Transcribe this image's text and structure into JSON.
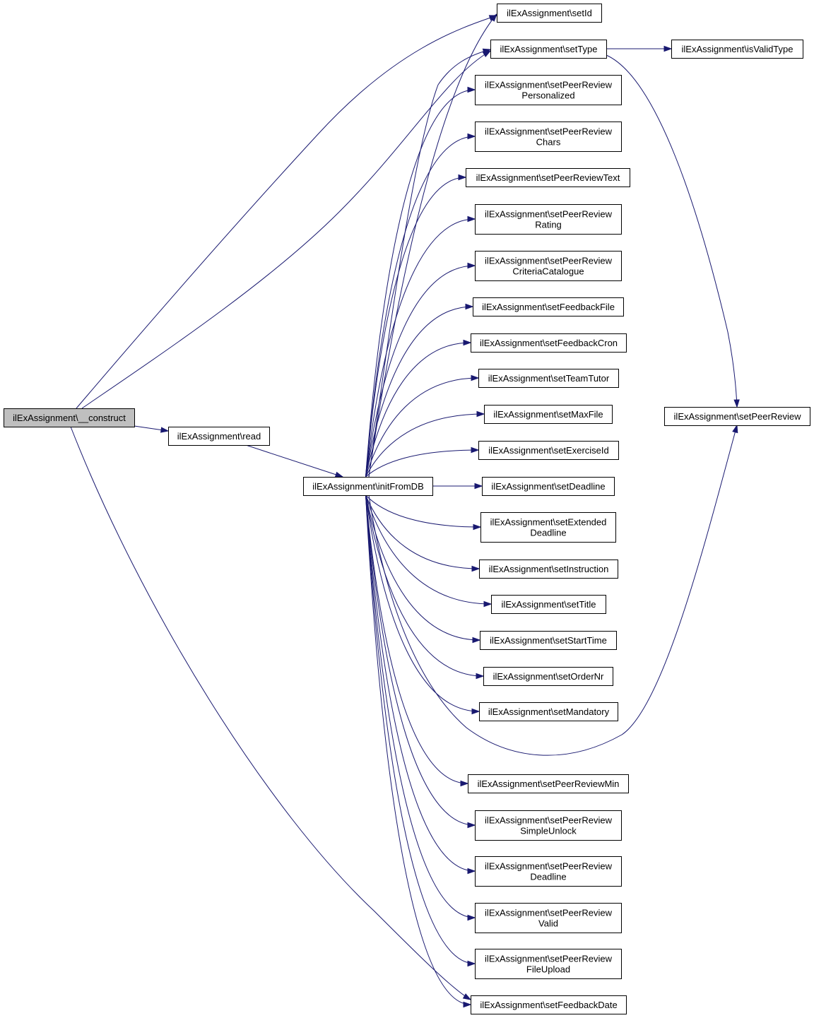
{
  "graph": {
    "root": "ilExAssignment\\__construct",
    "nodes": [
      {
        "id": "construct",
        "lines": [
          "ilExAssignment\\__construct"
        ],
        "root": true
      },
      {
        "id": "read",
        "lines": [
          "ilExAssignment\\read"
        ]
      },
      {
        "id": "initFromDB",
        "lines": [
          "ilExAssignment\\initFromDB"
        ]
      },
      {
        "id": "setId",
        "lines": [
          "ilExAssignment\\setId"
        ]
      },
      {
        "id": "setType",
        "lines": [
          "ilExAssignment\\setType"
        ]
      },
      {
        "id": "isValidType",
        "lines": [
          "ilExAssignment\\isValidType"
        ]
      },
      {
        "id": "setPeerReview",
        "lines": [
          "ilExAssignment\\setPeerReview"
        ]
      },
      {
        "id": "setPeerReviewPersonalized",
        "lines": [
          "ilExAssignment\\setPeerReview",
          "Personalized"
        ]
      },
      {
        "id": "setPeerReviewChars",
        "lines": [
          "ilExAssignment\\setPeerReview",
          "Chars"
        ]
      },
      {
        "id": "setPeerReviewText",
        "lines": [
          "ilExAssignment\\setPeerReviewText"
        ]
      },
      {
        "id": "setPeerReviewRating",
        "lines": [
          "ilExAssignment\\setPeerReview",
          "Rating"
        ]
      },
      {
        "id": "setPeerReviewCriteriaCatalogue",
        "lines": [
          "ilExAssignment\\setPeerReview",
          "CriteriaCatalogue"
        ]
      },
      {
        "id": "setFeedbackFile",
        "lines": [
          "ilExAssignment\\setFeedbackFile"
        ]
      },
      {
        "id": "setFeedbackCron",
        "lines": [
          "ilExAssignment\\setFeedbackCron"
        ]
      },
      {
        "id": "setTeamTutor",
        "lines": [
          "ilExAssignment\\setTeamTutor"
        ]
      },
      {
        "id": "setMaxFile",
        "lines": [
          "ilExAssignment\\setMaxFile"
        ]
      },
      {
        "id": "setExerciseId",
        "lines": [
          "ilExAssignment\\setExerciseId"
        ]
      },
      {
        "id": "setDeadline",
        "lines": [
          "ilExAssignment\\setDeadline"
        ]
      },
      {
        "id": "setExtendedDeadline",
        "lines": [
          "ilExAssignment\\setExtended",
          "Deadline"
        ]
      },
      {
        "id": "setInstruction",
        "lines": [
          "ilExAssignment\\setInstruction"
        ]
      },
      {
        "id": "setTitle",
        "lines": [
          "ilExAssignment\\setTitle"
        ]
      },
      {
        "id": "setStartTime",
        "lines": [
          "ilExAssignment\\setStartTime"
        ]
      },
      {
        "id": "setOrderNr",
        "lines": [
          "ilExAssignment\\setOrderNr"
        ]
      },
      {
        "id": "setMandatory",
        "lines": [
          "ilExAssignment\\setMandatory"
        ]
      },
      {
        "id": "setPeerReviewMin",
        "lines": [
          "ilExAssignment\\setPeerReviewMin"
        ]
      },
      {
        "id": "setPeerReviewSimpleUnlock",
        "lines": [
          "ilExAssignment\\setPeerReview",
          "SimpleUnlock"
        ]
      },
      {
        "id": "setPeerReviewDeadline",
        "lines": [
          "ilExAssignment\\setPeerReview",
          "Deadline"
        ]
      },
      {
        "id": "setPeerReviewValid",
        "lines": [
          "ilExAssignment\\setPeerReview",
          "Valid"
        ]
      },
      {
        "id": "setPeerReviewFileUpload",
        "lines": [
          "ilExAssignment\\setPeerReview",
          "FileUpload"
        ]
      },
      {
        "id": "setFeedbackDate",
        "lines": [
          "ilExAssignment\\setFeedbackDate"
        ]
      }
    ],
    "edges": [
      [
        "construct",
        "setId"
      ],
      [
        "construct",
        "setType"
      ],
      [
        "construct",
        "read"
      ],
      [
        "construct",
        "setFeedbackDate"
      ],
      [
        "read",
        "initFromDB"
      ],
      [
        "setType",
        "isValidType"
      ],
      [
        "setType",
        "setPeerReview"
      ],
      [
        "initFromDB",
        "setId"
      ],
      [
        "initFromDB",
        "setType"
      ],
      [
        "initFromDB",
        "setPeerReviewPersonalized"
      ],
      [
        "initFromDB",
        "setPeerReviewChars"
      ],
      [
        "initFromDB",
        "setPeerReviewText"
      ],
      [
        "initFromDB",
        "setPeerReviewRating"
      ],
      [
        "initFromDB",
        "setPeerReviewCriteriaCatalogue"
      ],
      [
        "initFromDB",
        "setFeedbackFile"
      ],
      [
        "initFromDB",
        "setFeedbackCron"
      ],
      [
        "initFromDB",
        "setTeamTutor"
      ],
      [
        "initFromDB",
        "setMaxFile"
      ],
      [
        "initFromDB",
        "setExerciseId"
      ],
      [
        "initFromDB",
        "setDeadline"
      ],
      [
        "initFromDB",
        "setExtendedDeadline"
      ],
      [
        "initFromDB",
        "setInstruction"
      ],
      [
        "initFromDB",
        "setTitle"
      ],
      [
        "initFromDB",
        "setStartTime"
      ],
      [
        "initFromDB",
        "setOrderNr"
      ],
      [
        "initFromDB",
        "setMandatory"
      ],
      [
        "initFromDB",
        "setPeerReview"
      ],
      [
        "initFromDB",
        "setPeerReviewMin"
      ],
      [
        "initFromDB",
        "setPeerReviewSimpleUnlock"
      ],
      [
        "initFromDB",
        "setPeerReviewDeadline"
      ],
      [
        "initFromDB",
        "setPeerReviewValid"
      ],
      [
        "initFromDB",
        "setPeerReviewFileUpload"
      ],
      [
        "initFromDB",
        "setFeedbackDate"
      ]
    ]
  },
  "colors": {
    "edge": "#191970",
    "root_fill": "#bfbfbf",
    "node_fill": "#ffffff",
    "node_stroke": "#000000"
  }
}
